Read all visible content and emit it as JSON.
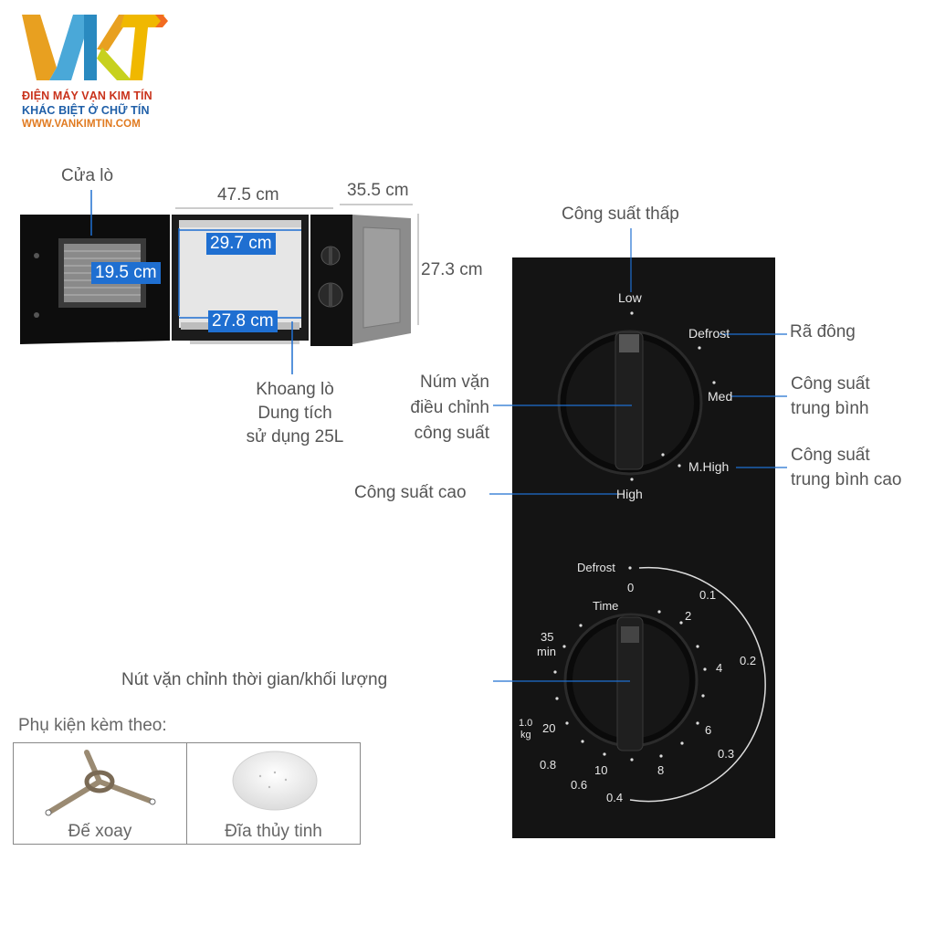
{
  "brand": {
    "logo_text": "VKT",
    "line1": "ĐIỆN MÁY VẠN KIM TÍN",
    "line2": "KHÁC BIỆT Ở CHỮ TÍN",
    "line3": "WWW.VANKIMTIN.COM",
    "colors": {
      "v": "#e8a020",
      "k": "#4aa8d8",
      "t": "#f0b800",
      "arrow": "#f26b21"
    }
  },
  "oven": {
    "door_label": "Cửa lò",
    "width": "47.5 cm",
    "depth": "35.5 cm",
    "height": "27.3 cm",
    "cavity_width_top": "29.7 cm",
    "cavity_height": "19.5 cm",
    "cavity_width_bottom": "27.8 cm",
    "cavity_caption": [
      "Khoang lò",
      "Dung tích",
      "sử dụng 25L"
    ]
  },
  "power_knob": {
    "title": "Công suất thấp",
    "knob_caption": [
      "Núm vặn",
      "điều chỉnh",
      "công suất"
    ],
    "high_caption": "Công suất cao",
    "defrost_caption": "Rã đông",
    "med_caption": [
      "Công suất",
      "trung bình"
    ],
    "mhigh_caption": [
      "Công suất",
      "trung bình cao"
    ],
    "dial": {
      "low": "Low",
      "defrost": "Defrost",
      "med": "Med",
      "mhigh": "M.High",
      "high": "High"
    }
  },
  "timer_knob": {
    "caption": "Nút vặn chỉnh thời gian/khối lượng",
    "labels": {
      "defrost": "Defrost",
      "zero": "0",
      "time": "Time",
      "t2": "2",
      "t4": "4",
      "t6": "6",
      "t8": "8",
      "t10": "10",
      "t20": "20",
      "min35": "35",
      "min": "min",
      "w01": "0.1",
      "w02": "0.2",
      "w03": "0.3",
      "w04": "0.4",
      "w06": "0.6",
      "w08": "0.8",
      "w10": "1.0",
      "kg": "kg"
    }
  },
  "accessories": {
    "title": "Phụ kiện kèm theo:",
    "items": [
      {
        "label": "Đế xoay",
        "icon": "roller-ring-icon"
      },
      {
        "label": "Đĩa thủy tinh",
        "icon": "glass-plate-icon"
      }
    ]
  }
}
